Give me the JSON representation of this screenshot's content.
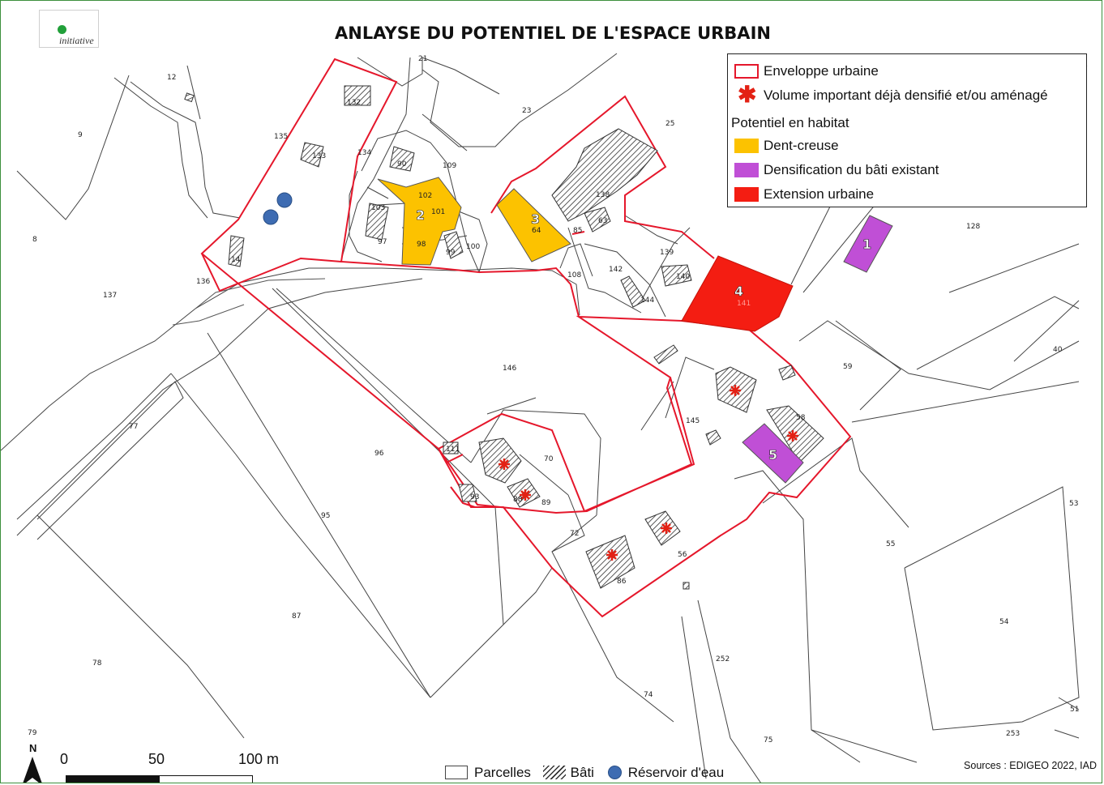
{
  "title": "ANLAYSE DU POTENTIEL DE L'ESPACE URBAIN",
  "logo": {
    "text": "initiative",
    "dot_color": "#22a03a"
  },
  "legend": {
    "items": [
      {
        "label": "Enveloppe urbaine",
        "kind": "outline",
        "color": "#e5172b"
      },
      {
        "label": "Volume important déjà densifié et/ou aménagé",
        "kind": "asterisk",
        "color": "#e32114"
      }
    ],
    "group_title": "Potentiel en habitat",
    "group_items": [
      {
        "label": "Dent-creuse",
        "color": "#fcc200"
      },
      {
        "label": "Densification du bâti existant",
        "color": "#c04fd6"
      },
      {
        "label": "Extension urbaine",
        "color": "#f41d12"
      }
    ]
  },
  "bottom_legend": {
    "parcelles": "Parcelles",
    "bati": "Bâti",
    "reservoir": "Réservoir d'eau"
  },
  "sources": "Sources : EDIGEO 2022, IAD",
  "scale": {
    "labels": [
      "0",
      "50",
      "100 m"
    ]
  },
  "north": {
    "label": "N"
  },
  "zones": [
    {
      "number": "1",
      "type": "Densification du bâti existant"
    },
    {
      "number": "2",
      "type": "Dent-creuse"
    },
    {
      "number": "3",
      "type": "Dent-creuse"
    },
    {
      "number": "4",
      "type": "Extension urbaine"
    },
    {
      "number": "5",
      "type": "Densification du bâti existant"
    }
  ],
  "parcel_labels": [
    "12",
    "9",
    "21",
    "23",
    "25",
    "8",
    "137",
    "135",
    "134",
    "133",
    "132",
    "109",
    "90",
    "102",
    "101",
    "103",
    "97",
    "98",
    "99",
    "100",
    "14",
    "136",
    "64",
    "85",
    "63",
    "138",
    "139",
    "140",
    "142",
    "144",
    "108",
    "128",
    "146",
    "59",
    "40",
    "145",
    "58",
    "77",
    "96",
    "70",
    "89",
    "93",
    "111",
    "88",
    "72",
    "95",
    "86",
    "56",
    "55",
    "53",
    "54",
    "87",
    "78",
    "252",
    "74",
    "79",
    "75",
    "253",
    "51",
    "141"
  ],
  "colors": {
    "envelope": "#e5172b",
    "dent_creuse": "#fcc200",
    "densification": "#c04fd6",
    "extension": "#f41d12",
    "reservoir": "#3e6cb2",
    "frame": "#3c8f3c"
  }
}
